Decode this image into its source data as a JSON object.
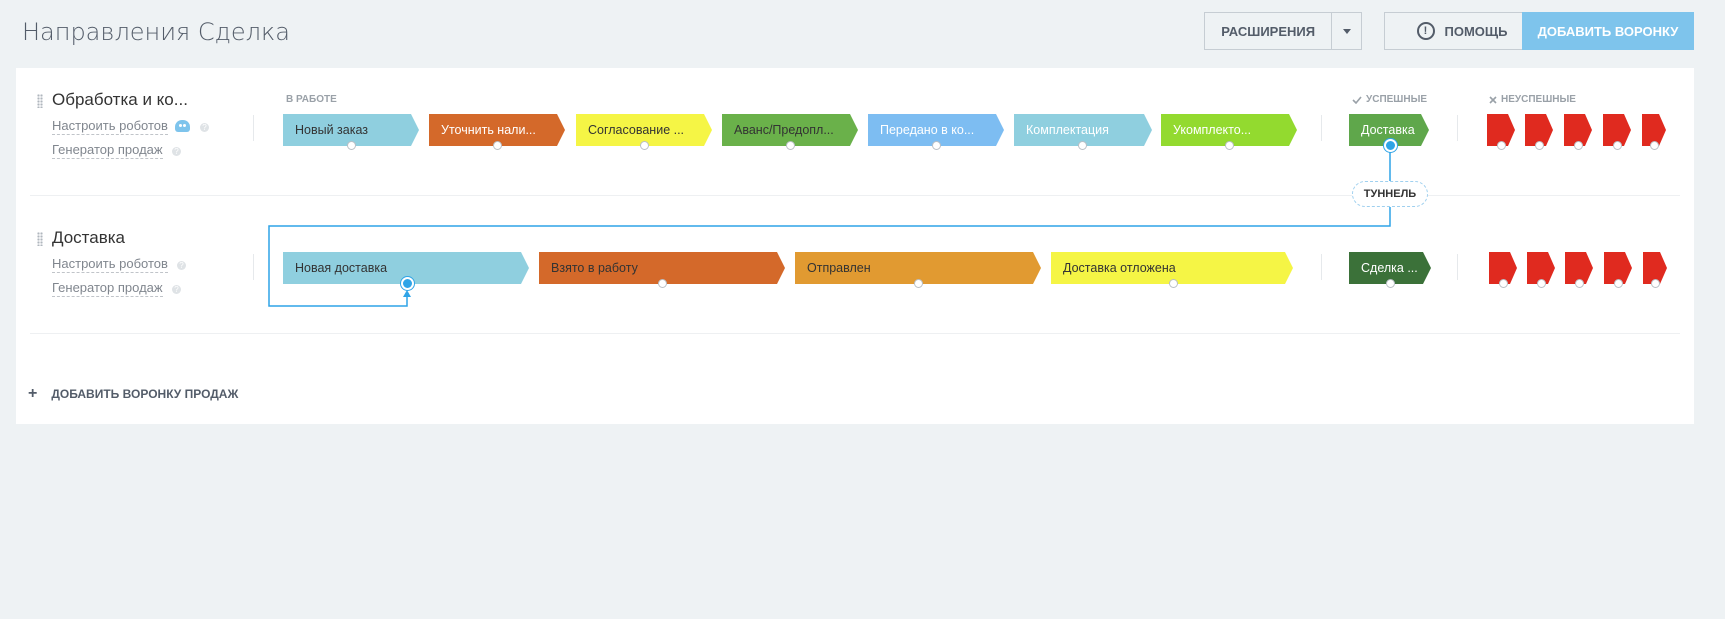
{
  "header": {
    "title": "Направления Сделка",
    "extensions_label": "РАСШИРЕНИЯ",
    "help_label": "ПОМОЩЬ",
    "add_funnel_label": "ДОБАВИТЬ ВОРОНКУ"
  },
  "groups": {
    "in_work": "В РАБОТЕ",
    "success": "УСПЕШНЫЕ",
    "fail": "НЕУСПЕШНЫЕ"
  },
  "funnels": [
    {
      "title": "Обработка и ко...",
      "robots_label": "Настроить роботов",
      "generator_label": "Генератор продаж",
      "stages": [
        {
          "label": "Новый заказ",
          "color": "#8fcfdf"
        },
        {
          "label": "Уточнить нали...",
          "color": "#d4692a"
        },
        {
          "label": "Согласование ...",
          "color": "#f5f545"
        },
        {
          "label": "Аванс/Предопл...",
          "color": "#6ab14a"
        },
        {
          "label": "Передано в ко...",
          "color": "#7dbdf2"
        },
        {
          "label": "Комплектация",
          "color": "#8fcfdf"
        },
        {
          "label": "Укомплекто...",
          "color": "#93da2f"
        }
      ],
      "success": {
        "label": "Доставка",
        "color": "#5fa74b"
      }
    },
    {
      "title": "Доставка",
      "robots_label": "Настроить роботов",
      "generator_label": "Генератор продаж",
      "stages": [
        {
          "label": "Новая доставка",
          "color": "#8fcfdf"
        },
        {
          "label": "Взято в работу",
          "color": "#d4692a"
        },
        {
          "label": "Отправлен",
          "color": "#e19a31"
        },
        {
          "label": "Доставка отложена",
          "color": "#f5f545"
        }
      ],
      "success": {
        "label": "Сделка ...",
        "color": "#3b7139"
      }
    }
  ],
  "tunnel_label": "ТУННЕЛЬ",
  "add_sales_funnel_label": "ДОБАВИТЬ ВОРОНКУ ПРОДАЖ",
  "fail_color": "#e02a1f",
  "accent_color": "#2fa4e7"
}
